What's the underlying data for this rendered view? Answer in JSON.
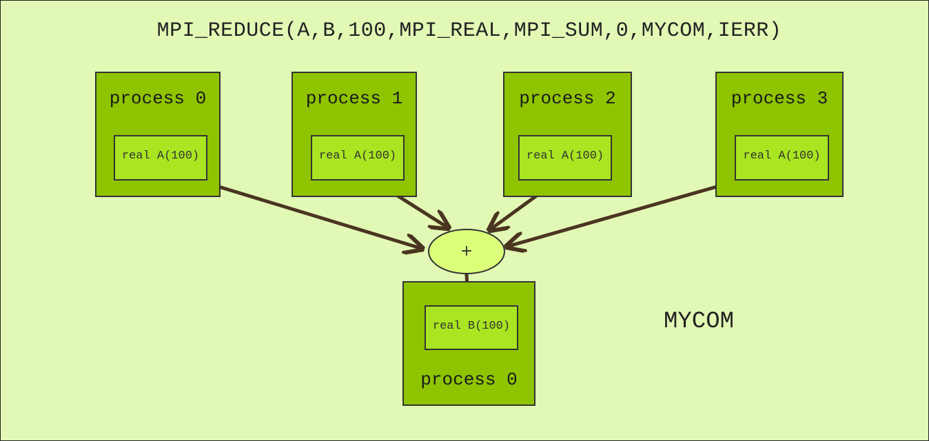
{
  "title": "MPI_REDUCE(A,B,100,MPI_REAL,MPI_SUM,0,MYCOM,IERR)",
  "senders": [
    {
      "process": "process 0",
      "variable": "real A(100)"
    },
    {
      "process": "process 1",
      "variable": "real A(100)"
    },
    {
      "process": "process 2",
      "variable": "real A(100)"
    },
    {
      "process": "process 3",
      "variable": "real A(100)"
    }
  ],
  "operator": "+",
  "root": {
    "process": "process 0",
    "variable": "real B(100)"
  },
  "communicator": "MYCOM",
  "colors": {
    "background": "#e2f8b5",
    "process_box": "#8fc400",
    "variable_box": "#a9e521",
    "operator_fill": "#dcff7a",
    "arrow": "#4a3520"
  }
}
